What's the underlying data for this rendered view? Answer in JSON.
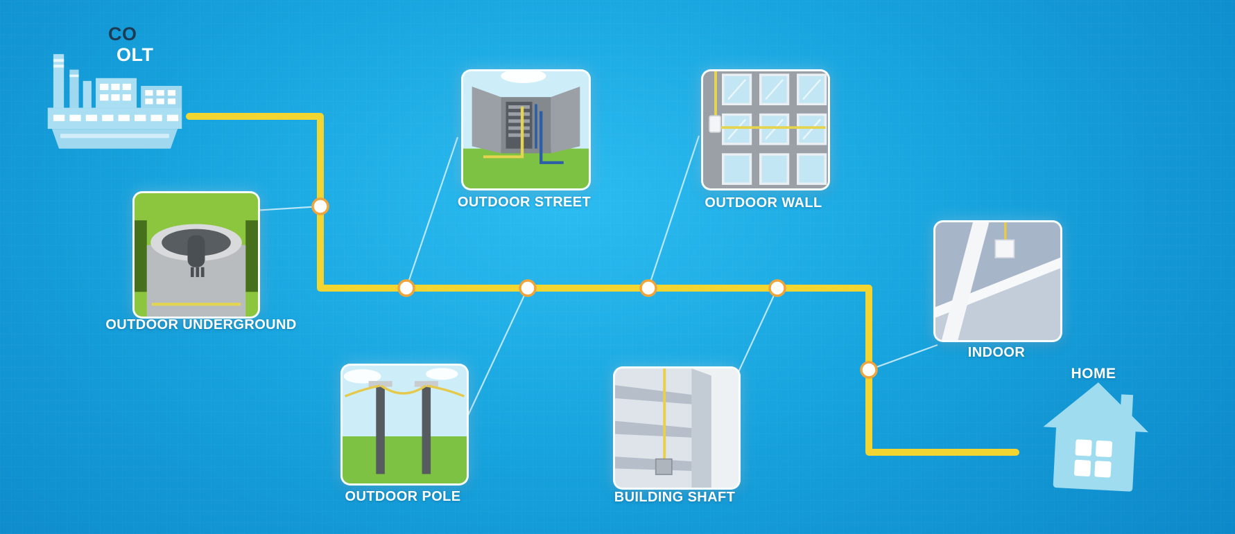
{
  "diagram": {
    "subject": "Fiber network path from central office to home",
    "junction_count": 6
  },
  "colors": {
    "background_center": "#2cbcf1",
    "background_edge": "#0c85c7",
    "cable_yellow": "#f2d530",
    "node_fill": "#ffffff",
    "node_ring": "#f0a43a",
    "connector_line": "#d6f1fa",
    "label_text": "#ffffff",
    "co_text": "#1d3b52",
    "building_blue": "#aadef2"
  },
  "co": {
    "label": "CO",
    "sublabel": "OLT"
  },
  "stations": [
    {
      "id": "outdoor-underground",
      "label": "OUTDOOR UNDERGROUND"
    },
    {
      "id": "outdoor-street",
      "label": "OUTDOOR STREET"
    },
    {
      "id": "outdoor-wall",
      "label": "OUTDOOR WALL"
    },
    {
      "id": "outdoor-pole",
      "label": "OUTDOOR POLE"
    },
    {
      "id": "building-shaft",
      "label": "BUILDING SHAFT"
    },
    {
      "id": "indoor",
      "label": "INDOOR"
    }
  ],
  "home": {
    "label": "HOME"
  }
}
